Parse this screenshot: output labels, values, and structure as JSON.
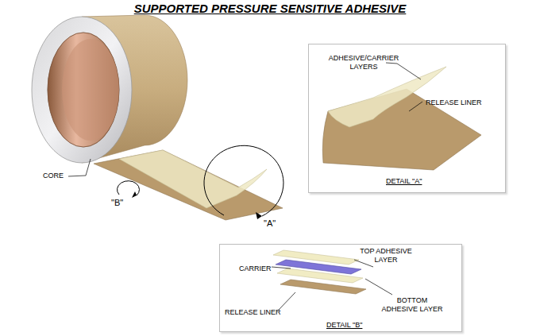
{
  "diagram": {
    "title": "SUPPORTED PRESSURE SENSITIVE ADHESIVE",
    "nodes": [
      {
        "text": [
          "ADHESIVE/CARRIER LAYERS",
          "RELEASE LINER",
          "DETAIL \"A\""
        ]
      },
      {
        "text": [
          "CARRIER",
          "TOP ADHESIVE LAYER",
          "BOTTOM ADHESIVE LAYER",
          "RELEASE LINER",
          "DETAIL \"B\""
        ]
      }
    ],
    "labels": [
      "CORE",
      "\"B\"",
      "\"A\""
    ]
  }
}
